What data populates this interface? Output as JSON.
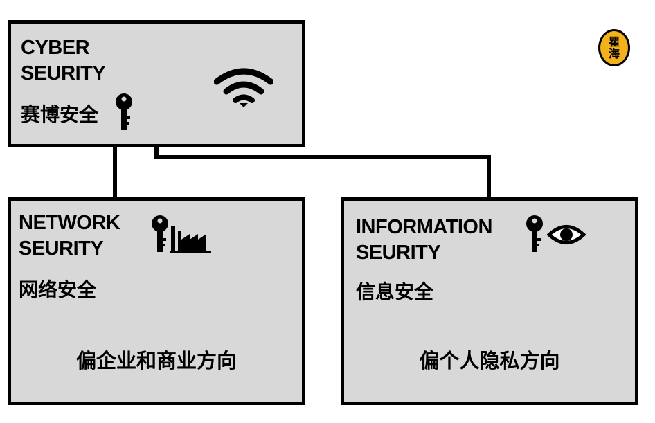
{
  "cyber": {
    "title_line1": "CYBER",
    "title_line2": "SEURITY",
    "title_cn": "赛博安全",
    "icons": [
      "key-icon",
      "wifi-icon"
    ]
  },
  "network": {
    "title_line1": "NETWORK",
    "title_line2": "SEURITY",
    "title_cn": "网络安全",
    "description": "偏企业和商业方向",
    "icons": [
      "key-icon",
      "factory-icon"
    ]
  },
  "information": {
    "title_line1": "INFORMATION",
    "title_line2": "SEURITY",
    "title_cn": "信息安全",
    "description": "偏个人隐私方向",
    "icons": [
      "key-icon",
      "eye-icon"
    ]
  },
  "logo": {
    "chars": [
      "瞿",
      "海"
    ],
    "color": "#f3b21c"
  },
  "colors": {
    "box_fill": "#d8d8d8",
    "border": "#000000",
    "background": "#ffffff"
  }
}
